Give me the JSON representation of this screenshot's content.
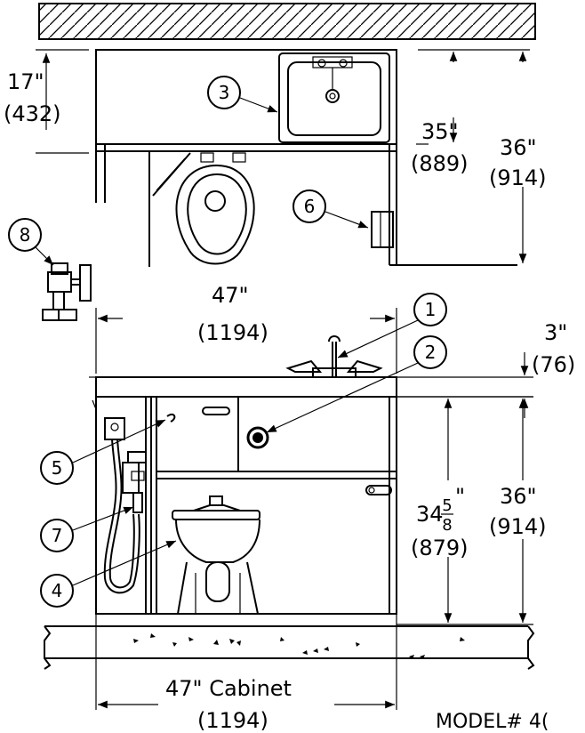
{
  "plan_view": {
    "dim_depth_top": {
      "inches": "17\"",
      "mm": "(432)"
    },
    "dim_depth_35": {
      "inches": "35\"",
      "mm": "(889)"
    },
    "dim_depth_36": {
      "inches": "36\"",
      "mm": "(914)"
    }
  },
  "elevation_view": {
    "dim_width": {
      "inches": "47\"",
      "mm": "(1194)"
    },
    "dim_counter_thickness": {
      "inches": "3\"",
      "mm": "(76)"
    },
    "dim_height_toilet": {
      "whole": "34",
      "numerator": "5",
      "denominator": "8",
      "inch_mark": "\"",
      "mm": "(879)"
    },
    "dim_height_cabinet": {
      "inches": "36\"",
      "mm": "(914)"
    },
    "dim_cabinet_width": {
      "label": "47\"  Cabinet",
      "mm": "(1194)"
    }
  },
  "callouts": [
    "1",
    "2",
    "3",
    "4",
    "5",
    "6",
    "7",
    "8"
  ],
  "model_label": "MODEL# 4("
}
